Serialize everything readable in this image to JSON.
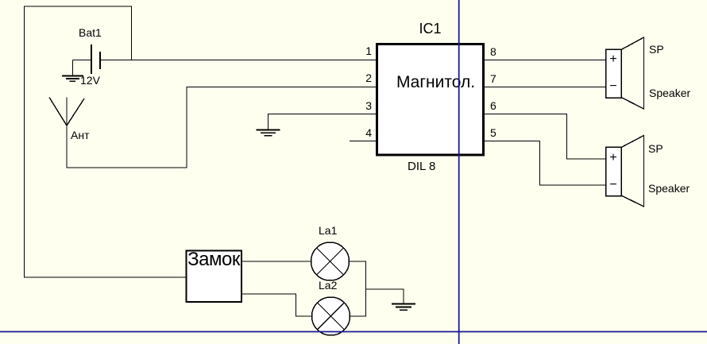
{
  "canvas": {
    "background_color": "#FFFFF0",
    "wire_color": "#000000",
    "crosshair_color": "#1A1A91"
  },
  "battery": {
    "ref": "Bat1",
    "voltage": "12V"
  },
  "antenna": {
    "label": "Ант"
  },
  "ic": {
    "ref": "IC1",
    "label": "Магнитол.",
    "package": "DIL 8",
    "pins_left": [
      "1",
      "2",
      "3",
      "4"
    ],
    "pins_right": [
      "8",
      "7",
      "6",
      "5"
    ]
  },
  "speaker1": {
    "ref": "SP",
    "label": "Speaker",
    "plus": "+",
    "minus": "−"
  },
  "speaker2": {
    "ref": "SP",
    "label": "Speaker",
    "plus": "+",
    "minus": "−"
  },
  "lock": {
    "label": "Замок"
  },
  "lamp1": {
    "ref": "La1"
  },
  "lamp2": {
    "ref": "La2"
  }
}
